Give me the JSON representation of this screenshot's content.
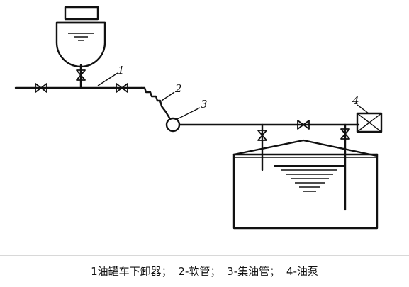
{
  "diagram": {
    "labels": [
      "1",
      "2",
      "3",
      "4"
    ]
  },
  "caption": {
    "items": [
      "1油罐车下卸器；",
      "2-软管；",
      "3-集油管；",
      "4-油泵"
    ]
  }
}
